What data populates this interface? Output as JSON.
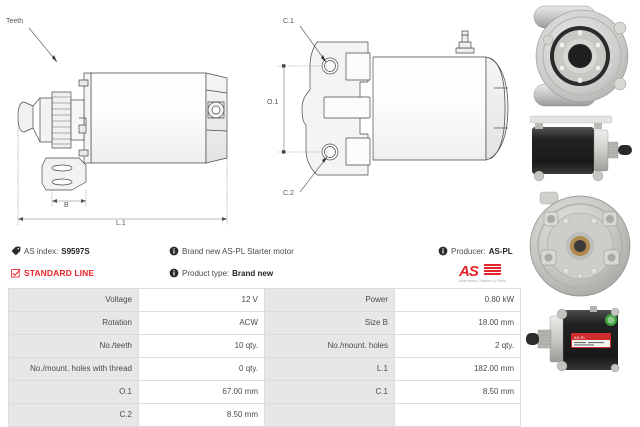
{
  "header": {
    "as_index_label": "AS index:",
    "as_index_value": "S9597S",
    "standard_line": "STANDARD LINE",
    "description": "Brand new AS-PL Starter motor",
    "product_type_label": "Product type:",
    "product_type_value": "Brand new",
    "producer_label": "Producer:",
    "producer_value": "AS-PL",
    "logo_text": "AS",
    "logo_tagline": "Alternators, Starters & Parts",
    "icons": {
      "tag": "tag-icon",
      "check": "checkbox-checked-icon",
      "info": "info-icon"
    },
    "colors": {
      "brand_red": "#e1232a",
      "standard_line_red": "#e8252a",
      "label_grey": "#e7e7e7"
    }
  },
  "drawings": {
    "side_view": {
      "name": "starter-motor-side-view",
      "labels": {
        "teeth": "Teeth",
        "dim_b": "B",
        "dim_l1": "L.1"
      }
    },
    "front_view": {
      "name": "starter-motor-mounting-flange-view",
      "labels": {
        "c1": "C.1",
        "c2": "C.2",
        "o1": "O.1"
      }
    }
  },
  "photos": [
    {
      "name": "photo-drive-end-housing",
      "caption": ""
    },
    {
      "name": "photo-starter-motor-side",
      "caption": ""
    },
    {
      "name": "photo-mounting-flange-face",
      "caption": ""
    },
    {
      "name": "photo-starter-motor-with-label",
      "caption": ""
    }
  ],
  "spec_table": {
    "rows": [
      {
        "left_label": "Voltage",
        "left_value": "12 V",
        "right_label": "Power",
        "right_value": "0.80 kW"
      },
      {
        "left_label": "Rotation",
        "left_value": "ACW",
        "right_label": "Size B",
        "right_value": "18.00 mm"
      },
      {
        "left_label": "No./teeth",
        "left_value": "10 qty.",
        "right_label": "No./mount. holes",
        "right_value": "2 qty."
      },
      {
        "left_label": "No./mount. holes with thread",
        "left_value": "0 qty.",
        "right_label": "L.1",
        "right_value": "182.00 mm"
      },
      {
        "left_label": "O.1",
        "left_value": "67.00 mm",
        "right_label": "C.1",
        "right_value": "8.50 mm"
      },
      {
        "left_label": "C.2",
        "left_value": "8.50 mm",
        "right_label": "",
        "right_value": ""
      }
    ]
  }
}
